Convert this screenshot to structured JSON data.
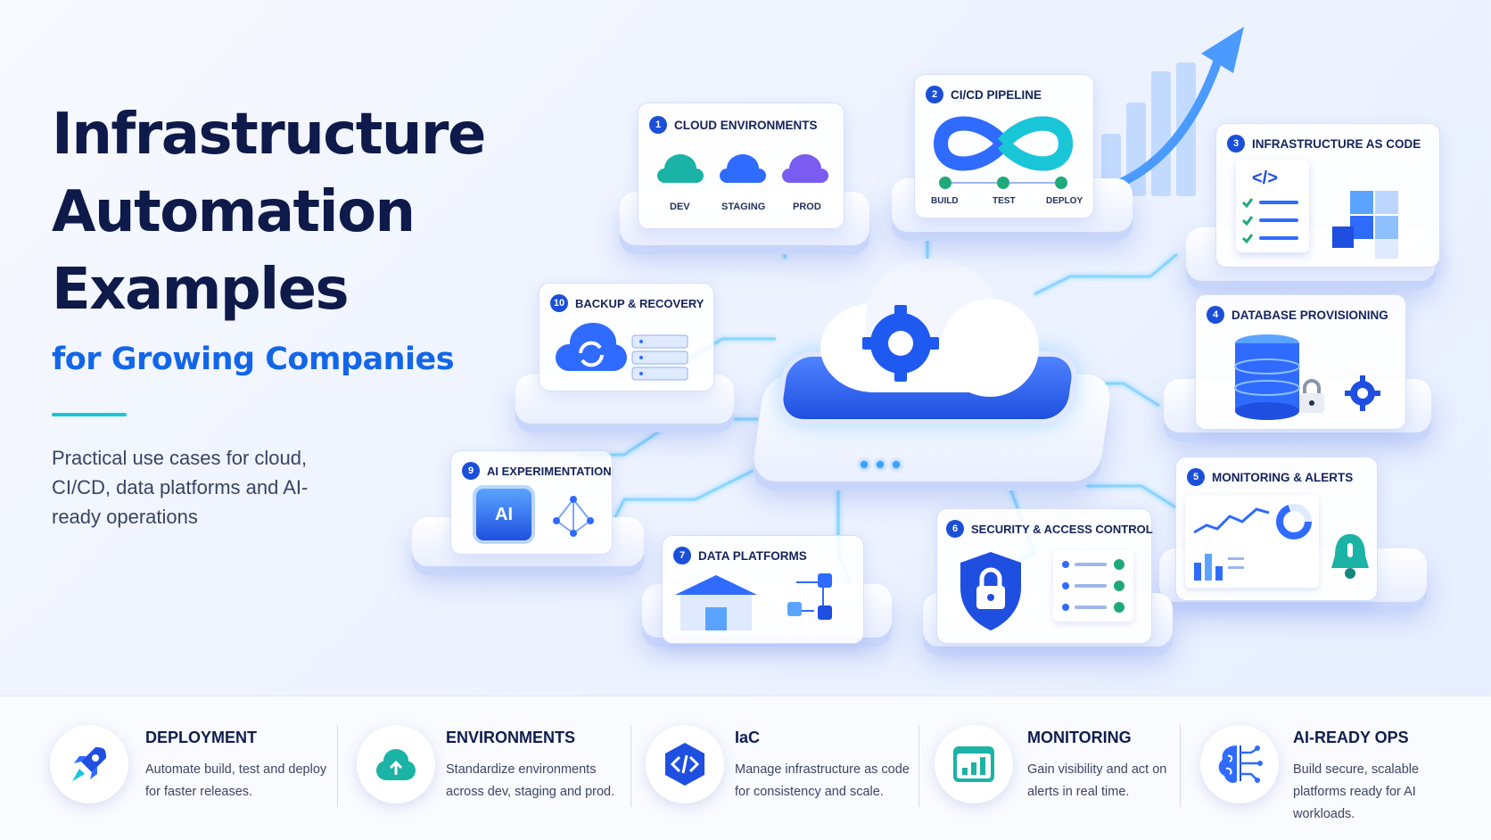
{
  "hero": {
    "title_line1": "Infrastructure",
    "title_line2": "Automation",
    "title_line3": "Examples",
    "subtitle": "for Growing Companies",
    "description": "Practical use cases for cloud, CI/CD, data platforms and AI-ready operations"
  },
  "cards": {
    "cloud_env": {
      "num": "1",
      "title": "CLOUD ENVIRONMENTS",
      "env1": "DEV",
      "env2": "STAGING",
      "env3": "PROD"
    },
    "cicd": {
      "num": "2",
      "title": "CI/CD PIPELINE",
      "step1": "BUILD",
      "step2": "TEST",
      "step3": "DEPLOY"
    },
    "iac": {
      "num": "3",
      "title": "INFRASTRUCTURE AS CODE",
      "code_glyph": "</>"
    },
    "database": {
      "num": "4",
      "title": "DATABASE PROVISIONING"
    },
    "monitoring": {
      "num": "5",
      "title": "MONITORING & ALERTS"
    },
    "security": {
      "num": "6",
      "title": "SECURITY & ACCESS CONTROL"
    },
    "data_platforms": {
      "num": "7",
      "title": "DATA PLATFORMS"
    },
    "ai_exp": {
      "num": "9",
      "title": "AI EXPERIMENTATION",
      "chip_label": "AI"
    },
    "backup": {
      "num": "10",
      "title": "BACKUP & RECOVERY"
    }
  },
  "features": [
    {
      "title": "DEPLOYMENT",
      "desc": "Automate build, test and deploy for faster releases.",
      "icon": "rocket-icon"
    },
    {
      "title": "ENVIRONMENTS",
      "desc": "Standardize environments across dev, staging and prod.",
      "icon": "cloud-upload-icon"
    },
    {
      "title": "IaC",
      "desc": "Manage infrastructure as code for consistency and scale.",
      "icon": "code-icon"
    },
    {
      "title": "MONITORING",
      "desc": "Gain visibility and act on alerts in real time.",
      "icon": "dashboard-icon"
    },
    {
      "title": "AI-READY OPS",
      "desc": "Build secure, scalable platforms ready for AI workloads.",
      "icon": "brain-circuit-icon"
    }
  ],
  "colors": {
    "navy": "#0d1a4a",
    "accent_blue": "#1366e8",
    "cyan": "#19c6d8",
    "teal": "#1bb3a6",
    "purple": "#7a5cf0"
  }
}
